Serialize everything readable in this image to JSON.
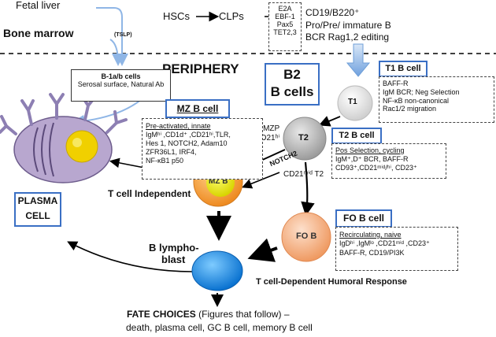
{
  "top": {
    "fetal_liver": "Fetal liver",
    "bone_marrow": "Bone marrow",
    "tslp": "(TSLP)",
    "hscs": "HSCs",
    "clps": "CLPs",
    "tf_box": [
      "E2A",
      "EBF-1",
      "Pax5",
      "TET2,3"
    ],
    "bm_output": [
      "CD19/B220⁺",
      "Pro/Pre/ immature B",
      "BCR Rag1,2 editing"
    ]
  },
  "periphery": {
    "title": "PERIPHERY",
    "b1_box": [
      "B-1a/b cells",
      "Serosal surface, Natural Ab"
    ],
    "b2_title": [
      "B2",
      "B cells"
    ]
  },
  "t1": {
    "cell_label": "T1",
    "header": "T1 B cell",
    "lines": [
      "BAFF-R",
      "IgM BCR;  Neg Selection",
      "NF-κB non-canonical",
      "Rac1/2 migration"
    ]
  },
  "t2": {
    "cell_label": "T2",
    "header": "T2 B cell",
    "lines": [
      "Pos Selection, cycling",
      "IgM⁺,D⁺ BCR, BAFF-R",
      "CD93⁺,CD21ᵐⁱᵈ/ʰⁱ, CD23⁺"
    ],
    "mzp_label": [
      "T2-MZP",
      "CD21ʰⁱ"
    ],
    "cd21_label": "CD21ᵐⁱᵈ T2",
    "notch2": "NOTCH2"
  },
  "mz": {
    "cell_label": "MZ B",
    "header": "MZ B cell",
    "lines": [
      "Pre-activated, innate",
      "IgMʰⁱ ,CD1d⁺ ,CD21ʰⁱ,TLR,",
      "Hes 1, NOTCH2, Adam10",
      "ZFR36L1, IRF4,",
      "NF-κB1 p50"
    ]
  },
  "fo": {
    "cell_label": "FO B",
    "header": "FO B cell",
    "lines": [
      "Recirculating, naive",
      "IgDʰⁱ ,IgMˡᵒ ,CD21ᵐⁱᵈ ,CD23⁺",
      "BAFF-R, CD19/PI3K"
    ]
  },
  "plasma": {
    "label": [
      "PLASMA",
      "CELL"
    ],
    "t_indep": "T cell Independent"
  },
  "lymphoblast": {
    "label": [
      "B lympho-",
      "blast"
    ],
    "t_dep": "T cell-Dependent Humoral Response"
  },
  "fate": {
    "title": "FATE CHOICES",
    "rest": " (Figures that follow) –",
    "line2": "death, plasma cell, GC B cell, memory B cell"
  },
  "colors": {
    "blue_border": "#3a6fc4",
    "mz_cell": "#f29a38",
    "mz_nucleus": "#e8e414",
    "fo_cell": "#f4b48c",
    "blast": "#1a8be0",
    "plasma": "#b8a7cf",
    "nucleus": "#f0d000"
  }
}
